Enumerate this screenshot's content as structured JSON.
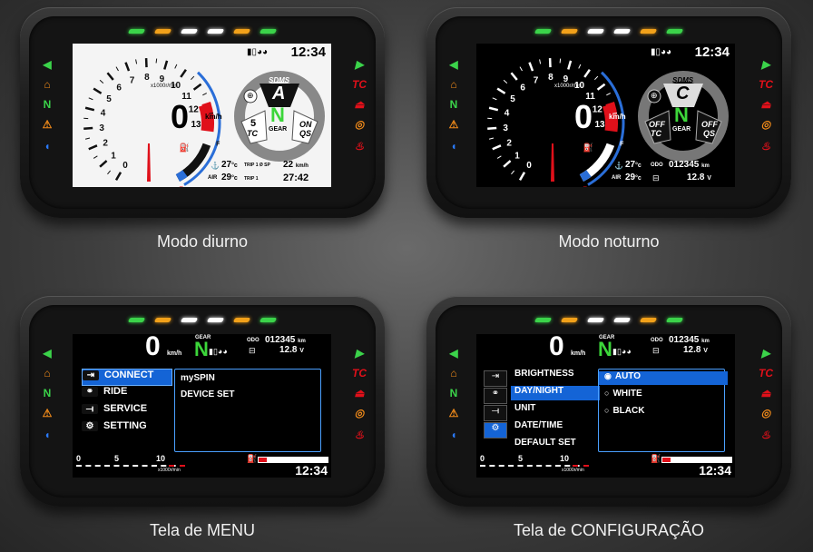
{
  "captions": {
    "day": "Modo diurno",
    "night": "Modo noturno",
    "menu": "Tela de MENU",
    "config": "Tela de CONFIGURAÇÃO"
  },
  "colors": {
    "led_green": "#3bd34a",
    "led_amber": "#f2a11a",
    "led_white": "#ffffff",
    "redline": "#e0101a",
    "gear_green": "#3cd63a",
    "menu_blue": "#1464d6",
    "indicator_orange": "#f08a1a",
    "indicator_blue": "#2a7bff"
  },
  "icons": [
    "arrow-left-icon",
    "engine-check-icon",
    "neutral-icon",
    "warning-triangle-icon",
    "headlight-icon",
    "arrow-right-icon",
    "tc-icon",
    "abs-icon",
    "oil-icon",
    "tcs-icon"
  ],
  "indicators": {
    "neutral": "N",
    "tc": "TC"
  },
  "gauge": {
    "ticks": [
      "0",
      "1",
      "2",
      "3",
      "4",
      "5",
      "6",
      "7",
      "8",
      "9",
      "10",
      "11",
      "12",
      "13"
    ],
    "rpm_unit": "x1000r/min",
    "speed": "0",
    "speed_unit": "km/h",
    "fuel_full": "F",
    "fuel_empty": "E"
  },
  "day": {
    "clock": "12:34",
    "sdms_label": "SDMS",
    "sdms_mode": "A",
    "gear": "N",
    "gear_label": "GEAR",
    "tc_value": "5",
    "tc_label": "TC",
    "qs_on": "ON",
    "qs_label": "QS",
    "temp1": "27",
    "temp1_unit": "°c",
    "air_label": "AIR",
    "temp2": "29",
    "temp2_unit": "°c",
    "trip1_label": "TRIP 1 Ø SP",
    "trip1_speed": "22",
    "trip1_speed_unit": "km/h",
    "trip2_label": "TRIP 1",
    "trip_time": "27:42"
  },
  "night": {
    "clock": "12:34",
    "sdms_label": "SDMS",
    "sdms_mode": "C",
    "gear": "N",
    "gear_label": "GEAR",
    "tc_off": "OFF",
    "tc_label": "TC",
    "qs_off": "OFF",
    "qs_label": "QS",
    "temp1": "27",
    "temp1_unit": "°c",
    "air_label": "AIR",
    "temp2": "29",
    "temp2_unit": "°c",
    "odo_label": "ODO",
    "odo": "012345",
    "odo_unit": "km",
    "voltage": "12.8",
    "voltage_unit": "V"
  },
  "topbar": {
    "speed": "0",
    "speed_unit": "km/h",
    "gear_label": "GEAR",
    "gear": "N",
    "odo_label": "ODO",
    "odo": "012345",
    "odo_unit": "km",
    "voltage": "12.8",
    "voltage_unit": "V",
    "clock": "12:34",
    "rpm_scale": [
      "0",
      "5",
      "10"
    ],
    "rpm_unit": "x1000r/min"
  },
  "menu": {
    "items": [
      {
        "icon": "connect-icon",
        "label": "CONNECT"
      },
      {
        "icon": "motorcycle-icon",
        "label": "RIDE"
      },
      {
        "icon": "wrench-icon",
        "label": "SERVICE"
      },
      {
        "icon": "gear-icon",
        "label": "SETTING"
      }
    ],
    "sub_items": [
      "mySPIN",
      "DEVICE SET"
    ]
  },
  "config": {
    "items": [
      "BRIGHTNESS",
      "DAY/NIGHT",
      "UNIT",
      "DATE/TIME",
      "DEFAULT SET"
    ],
    "options": [
      {
        "label": "AUTO",
        "selected": true
      },
      {
        "label": "WHITE",
        "selected": false
      },
      {
        "label": "BLACK",
        "selected": false
      }
    ]
  }
}
